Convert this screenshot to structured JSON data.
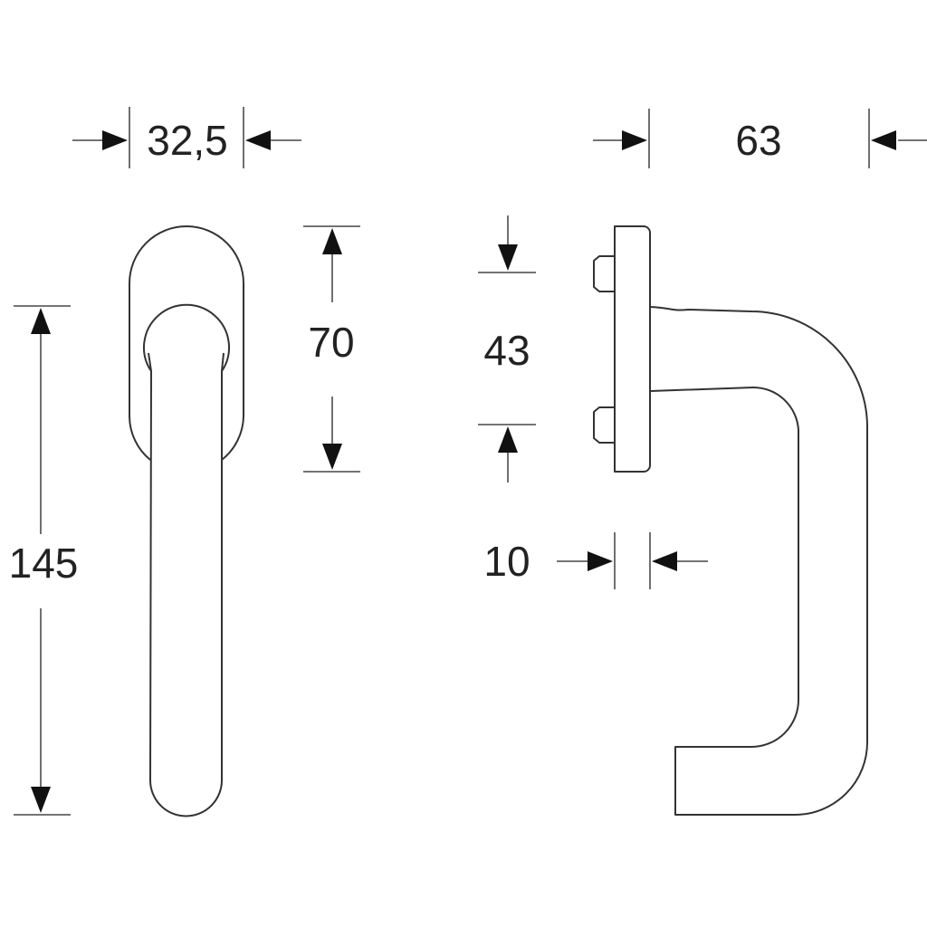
{
  "title": "Window handle dimension drawing",
  "dimensions": {
    "rosette_width": "32,5",
    "total_height": "145",
    "rosette_height": "70",
    "projection": "63",
    "bolt_spacing": "43",
    "rosette_thickness": "10"
  },
  "colors": {
    "line": "#333333",
    "background": "#ffffff"
  }
}
